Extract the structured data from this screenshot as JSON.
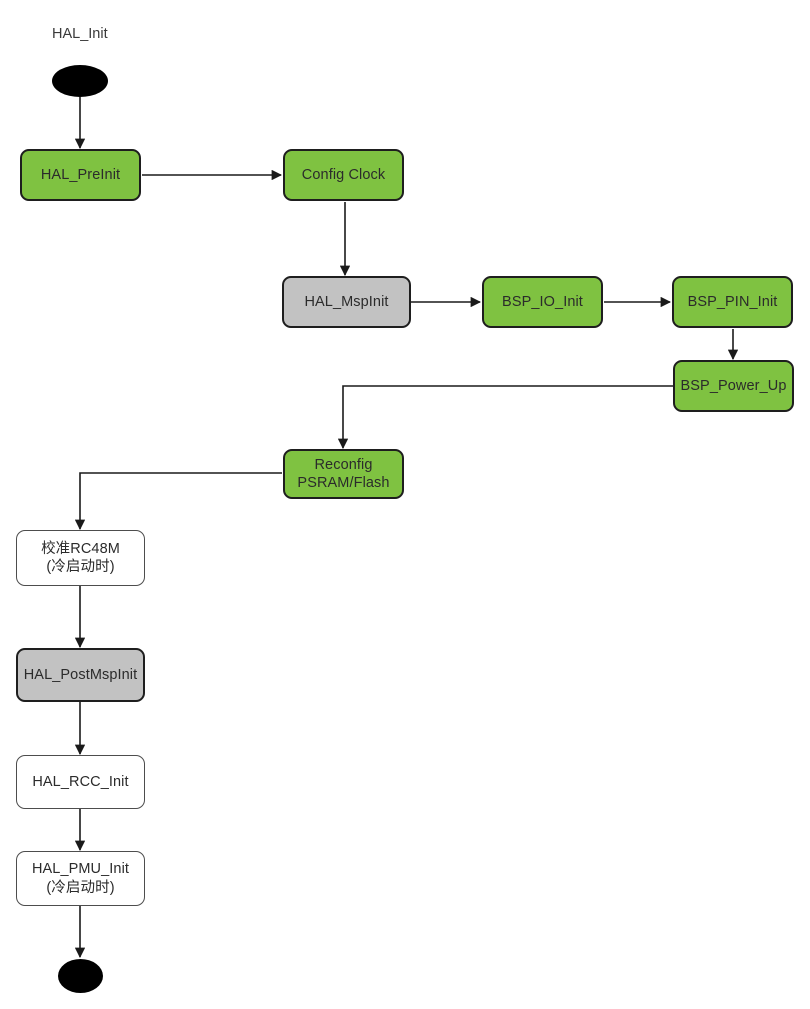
{
  "diagram": {
    "title_label": "HAL_Init",
    "colors": {
      "process_green": "#7fc241",
      "process_gray": "#c2c2c2",
      "process_white": "#ffffff",
      "terminator_black": "#000000",
      "edge_stroke": "#1a1a1a",
      "white_box_border": "#4d4d4d"
    },
    "nodes": {
      "start": {
        "label": ""
      },
      "hal_preinit": {
        "label": "HAL_PreInit"
      },
      "config_clock": {
        "label": "Config Clock"
      },
      "hal_mspinit": {
        "label": "HAL_MspInit"
      },
      "bsp_io_init": {
        "label": "BSP_IO_Init"
      },
      "bsp_pin_init": {
        "label": "BSP_PIN_Init"
      },
      "bsp_power_up": {
        "label": "BSP_Power_Up"
      },
      "reconfig": {
        "label": "Reconfig\nPSRAM/Flash"
      },
      "calib_rc48m": {
        "label": "校准RC48M\n(冷启动时)"
      },
      "hal_postmspinit": {
        "label": "HAL_PostMspInit"
      },
      "hal_rcc_init": {
        "label": "HAL_RCC_Init"
      },
      "hal_pmu_init": {
        "label": "HAL_PMU_Init\n(冷启动时)"
      },
      "end": {
        "label": ""
      }
    }
  }
}
